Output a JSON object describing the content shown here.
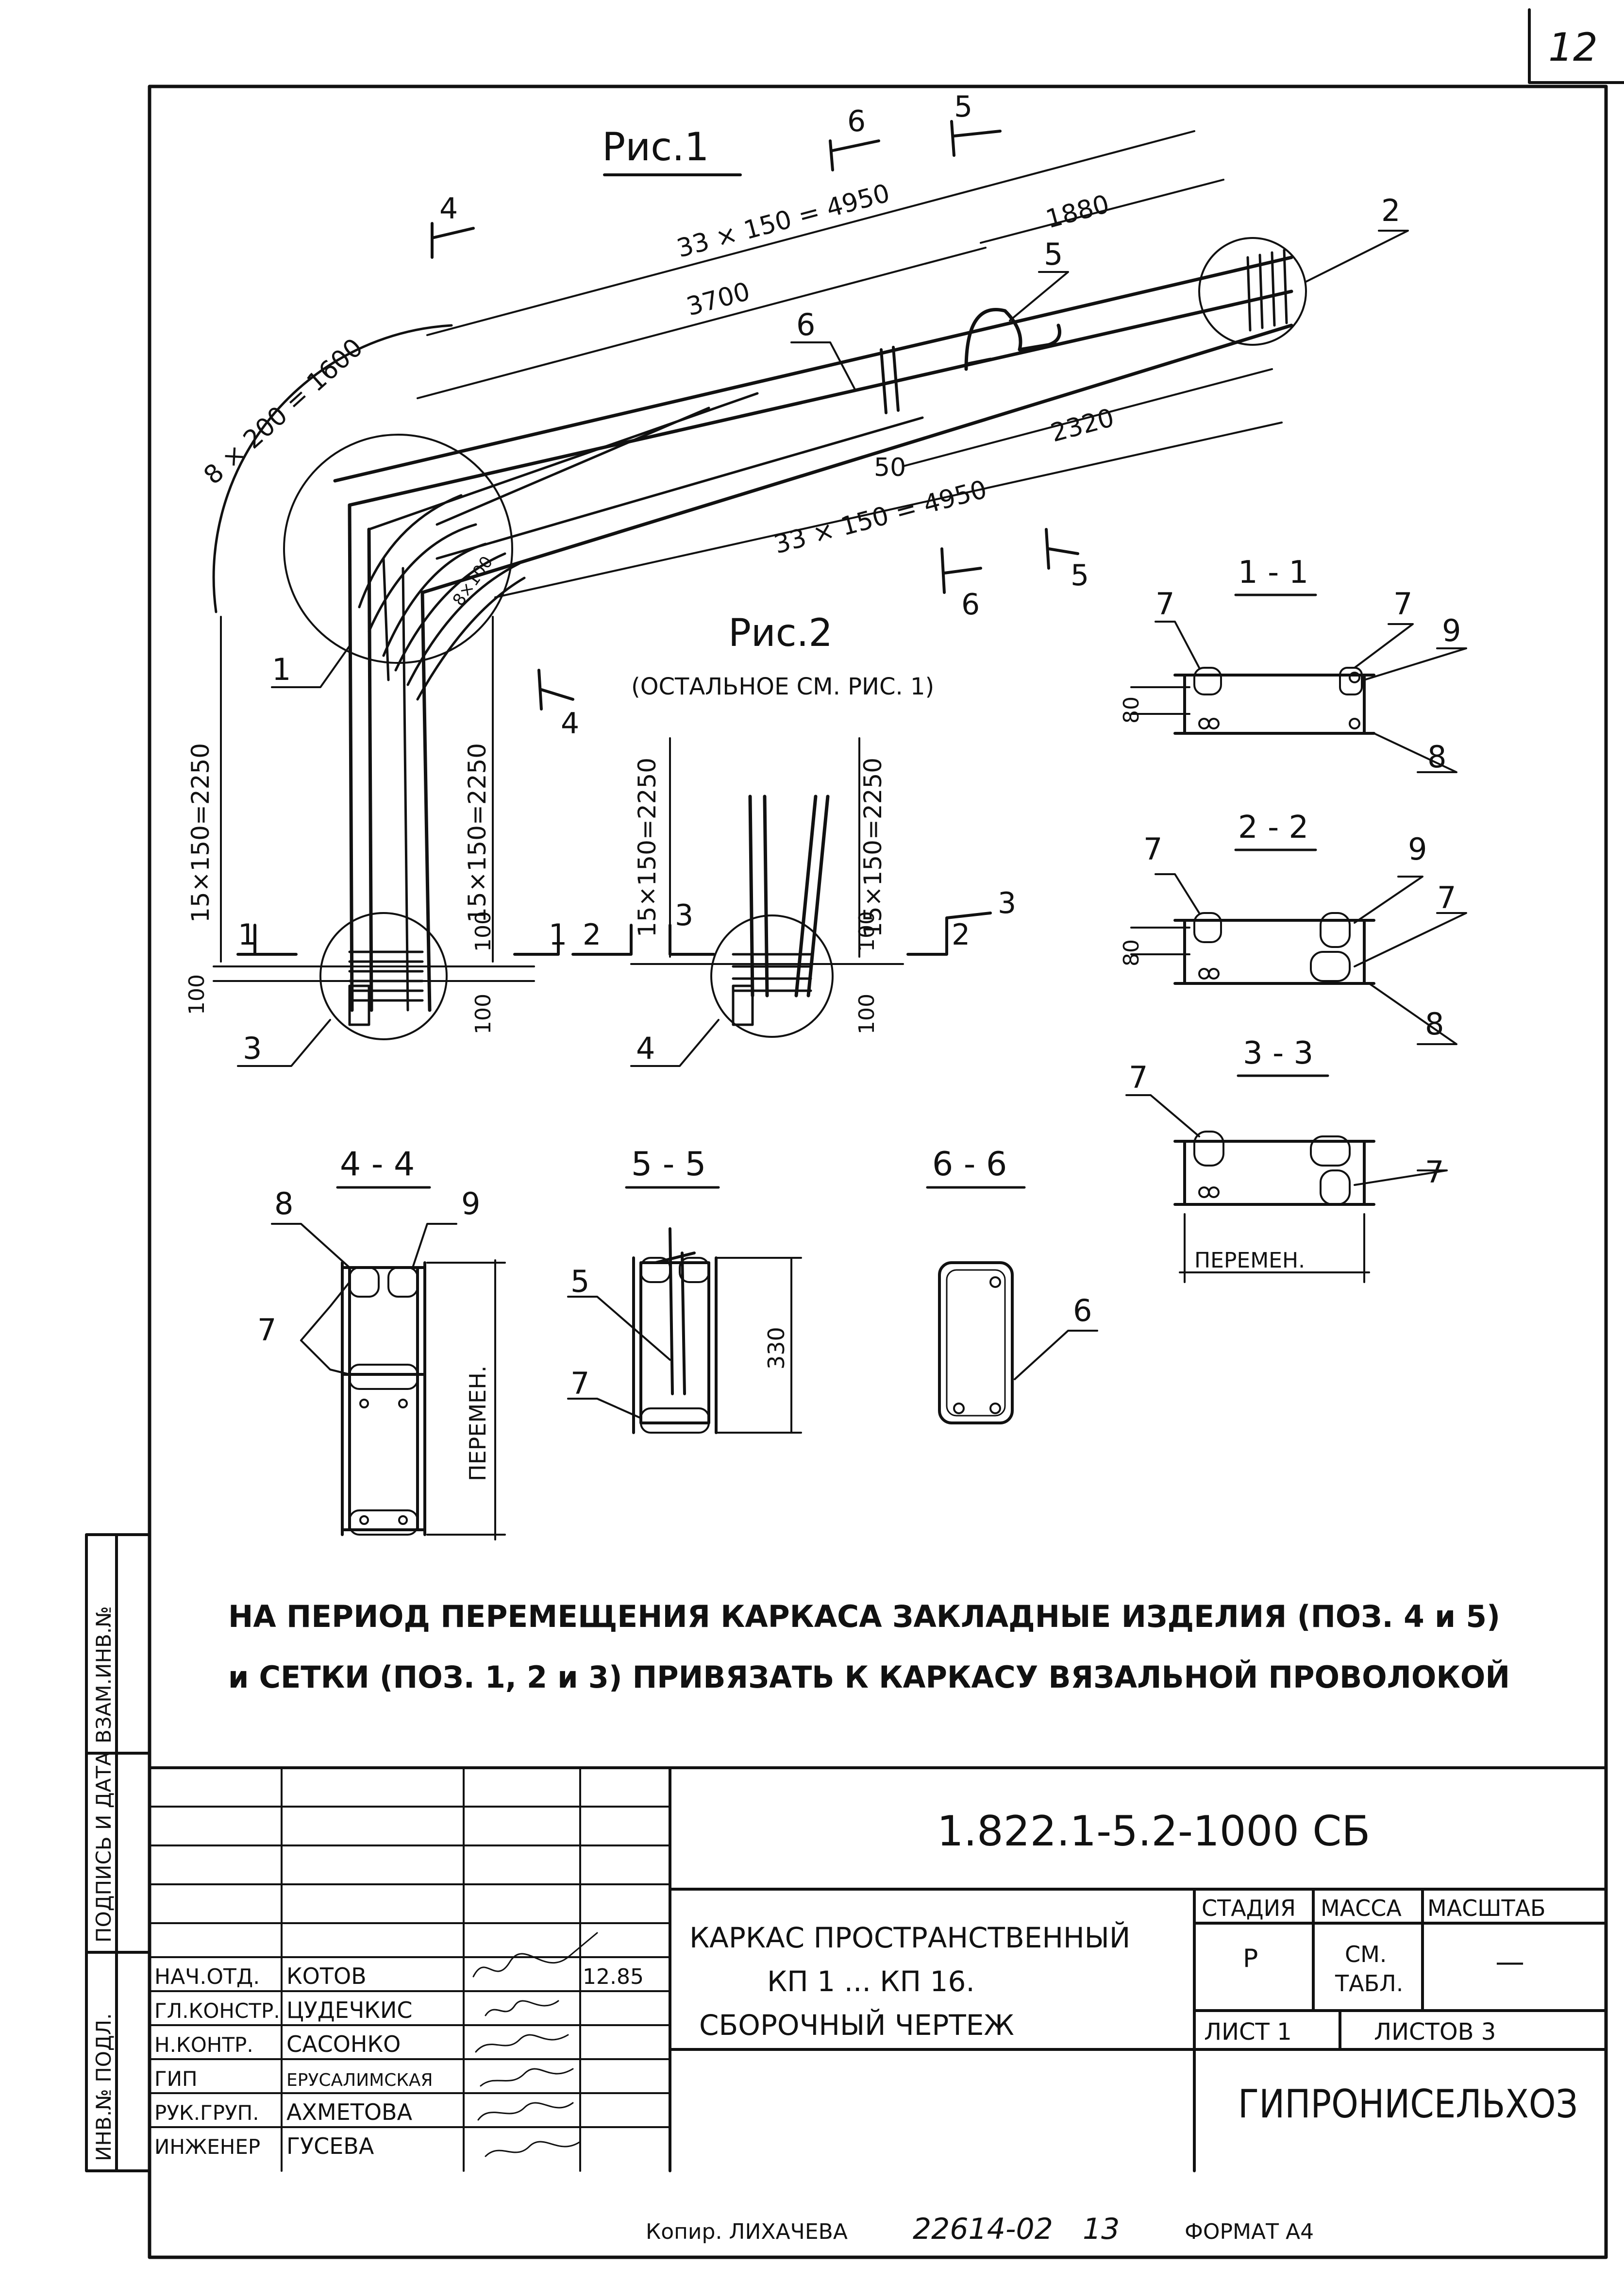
{
  "sheet_page": "12",
  "figures": {
    "fig1_title": "Рис.1",
    "fig2_title": "Рис.2",
    "fig2_subtitle": "(ОСТАЛЬНОЕ СМ. РИС. 1)"
  },
  "dimensions": {
    "top_spacing": "33 × 150 = 4950",
    "bottom_spacing": "33 × 150 = 4950",
    "d1880": "1880",
    "d3700": "3700",
    "d2320": "2320",
    "d50": "50",
    "arc_spacing": "8 × 200 = 1600",
    "inner_arc_spacing": "8×100",
    "vertical_left": "15×150=2250",
    "vertical_right": "15×150=2250",
    "fig2_vertical_left": "15×150=2250",
    "fig2_vertical_right": "15×150=2250",
    "d100": "100",
    "d80": "80",
    "d330": "330",
    "variable": "ПЕРЕМЕН."
  },
  "positions": [
    "1",
    "2",
    "3",
    "4",
    "5",
    "6",
    "7",
    "8",
    "9"
  ],
  "section_marks": [
    "1",
    "2",
    "3",
    "4",
    "5",
    "6"
  ],
  "section_titles": {
    "s11": "1 - 1",
    "s22": "2 - 2",
    "s33": "3 - 3",
    "s44": "4 - 4",
    "s55": "5 - 5",
    "s66": "6 - 6"
  },
  "note": {
    "line1": "НА ПЕРИОД ПЕРЕМЕЩЕНИЯ КАРКАСА ЗАКЛАДНЫЕ ИЗДЕЛИЯ (ПОЗ. 4 и 5)",
    "line2": "и СЕТКИ (ПОЗ. 1, 2 и 3) ПРИВЯЗАТЬ К КАРКАСУ ВЯЗАЛЬНОЙ ПРОВОЛОКОЙ"
  },
  "side_stamp": {
    "inv_vzam": "ВЗАМ.ИНВ.№",
    "sign_date": "ПОДПИСЬ И ДАТА",
    "inv_podl": "ИНВ.№ ПОДЛ."
  },
  "title_block": {
    "document_code": "1.822.1-5.2-1000 СБ",
    "title_line1": "КАРКАС ПРОСТРАНСТВЕННЫЙ",
    "title_line2": "КП 1 ... КП 16.",
    "title_line3": "СБОРОЧНЫЙ ЧЕРТЕЖ",
    "stage_label": "СТАДИЯ",
    "mass_label": "МАССА",
    "scale_label": "МАСШТАБ",
    "stage_value": "Р",
    "mass_value_1": "СМ.",
    "mass_value_2": "ТАБЛ.",
    "scale_value": "—",
    "sheet": "ЛИСТ 1",
    "sheets": "ЛИСТОВ 3",
    "organization": "ГИПРОНИСЕЛЬХОЗ",
    "signatures": [
      {
        "role": "НАЧ.ОТД.",
        "name": "КОТОВ",
        "date": "12.85"
      },
      {
        "role": "ГЛ.КОНСТР.",
        "name": "ЦУДЕЧКИС",
        "date": ""
      },
      {
        "role": "Н.КОНТР.",
        "name": "САСОНКО",
        "date": ""
      },
      {
        "role": "ГИП",
        "name": "ЕРУСАЛИМСКАЯ",
        "date": ""
      },
      {
        "role": "РУК.ГРУП.",
        "name": "АХМЕТОВА",
        "date": ""
      },
      {
        "role": "ИНЖЕНЕР",
        "name": "ГУСЕВА",
        "date": ""
      }
    ]
  },
  "footer": {
    "copied": "Копир. ЛИХАЧЕВА",
    "inventory": "22614-02",
    "number": "13",
    "format": "ФОРМАТ А4"
  }
}
